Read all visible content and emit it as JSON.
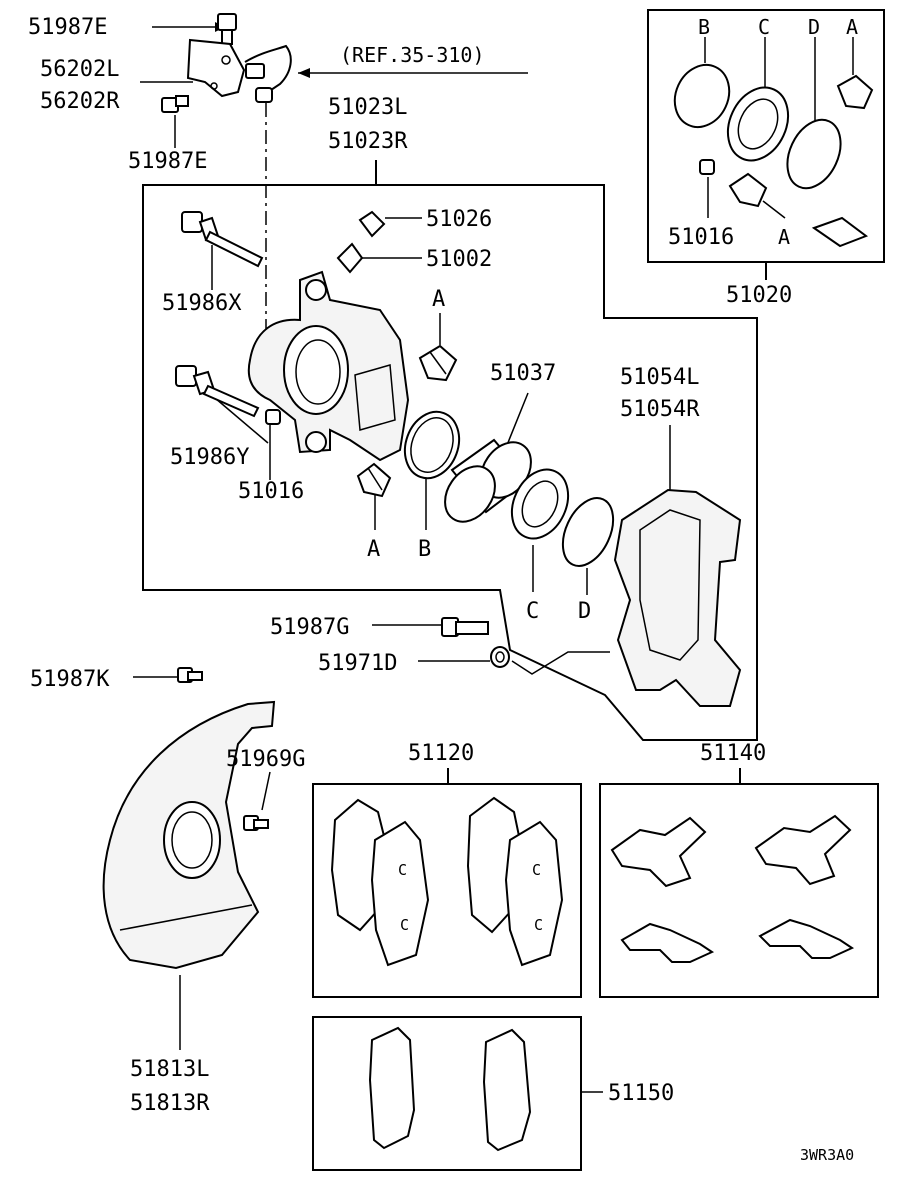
{
  "labels": {
    "p51987E_top": "51987E",
    "p56202L": "56202L",
    "p56202R": "56202R",
    "p51987E_bottom": "51987E",
    "ref": "(REF.35-310)",
    "p51023L": "51023L",
    "p51023R": "51023R",
    "p51026": "51026",
    "p51002": "51002",
    "p51986X": "51986X",
    "p51986Y": "51986Y",
    "p51016_main": "51016",
    "p51037": "51037",
    "p51054L": "51054L",
    "p51054R": "51054R",
    "p51987G": "51987G",
    "p51971D": "51971D",
    "p51987K": "51987K",
    "p51969G": "51969G",
    "p51813L": "51813L",
    "p51813R": "51813R",
    "p51120": "51120",
    "p51140": "51140",
    "p51150": "51150",
    "p51020": "51020",
    "p51016_kit": "51016",
    "diagram_code": "3WR3A0"
  },
  "markers": {
    "a_main_top": "A",
    "a_main_bottom": "A",
    "b_main": "B",
    "c_main": "C",
    "d_main": "D",
    "kit_b": "B",
    "kit_c": "C",
    "kit_d": "D",
    "kit_a_top": "A",
    "kit_a_bottom": "A"
  }
}
